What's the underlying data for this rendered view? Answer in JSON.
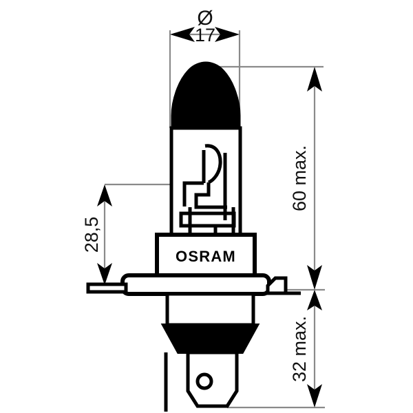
{
  "drawing": {
    "title": "OSRAM halogen bulb technical dimension drawing",
    "brand_label": "OSRAM",
    "colors": {
      "outline": "#000000",
      "fill_black": "#000000",
      "dimension_line": "#8a8a8a",
      "background": "#ffffff",
      "text": "#111111"
    },
    "dimensions": {
      "diameter_symbol": "Ø",
      "top_width": "17",
      "left_height": "28,5",
      "right_upper_height": "60 max.",
      "right_lower_height": "32 max."
    },
    "parts": {
      "dome_label": "black-coated dome tip",
      "glass_label": "glass envelope",
      "filament_label": "filament assembly",
      "collar_label": "base collar with brand marking",
      "flange_label": "mounting flange with locating tab",
      "skirt_label": "black tapered skirt",
      "terminal_label": "connector terminal tab with hole"
    }
  }
}
